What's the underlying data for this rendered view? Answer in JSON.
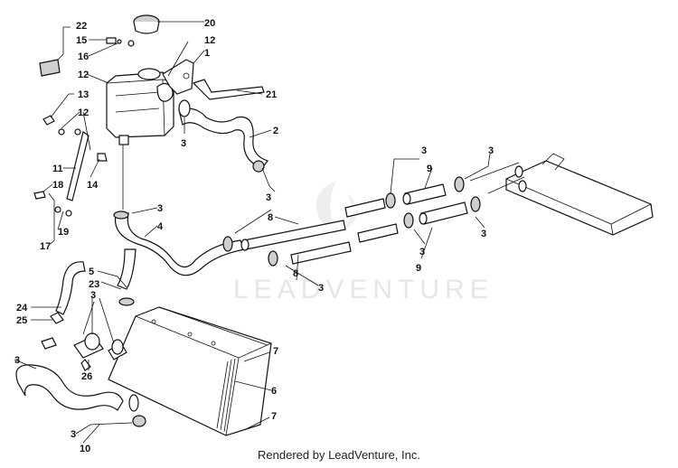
{
  "watermark": "LEADVENTURE",
  "footer": "Rendered by LeadVenture, Inc.",
  "callouts": {
    "c20": "20",
    "c22": "22",
    "c15": "15",
    "c16": "16",
    "c12a": "12",
    "c12b": "12",
    "c1": "1",
    "c21": "21",
    "c13": "13",
    "c12c": "12",
    "c3a": "3",
    "c2": "2",
    "c11": "11",
    "c14": "14",
    "c18": "18",
    "c19": "19",
    "c17": "17",
    "c3b": "3",
    "c4": "4",
    "c3c": "3",
    "c8a": "8",
    "c3d": "3",
    "c9a": "9",
    "c3e": "3",
    "c3f": "3",
    "c3g": "3",
    "c9b": "9",
    "c8b": "8",
    "c3h": "3",
    "c5": "5",
    "c23": "23",
    "c24": "24",
    "c25": "25",
    "c3i": "3",
    "c26": "26",
    "c3j": "3",
    "c7a": "7",
    "c6": "6",
    "c7b": "7",
    "c3k": "3",
    "c10": "10"
  }
}
